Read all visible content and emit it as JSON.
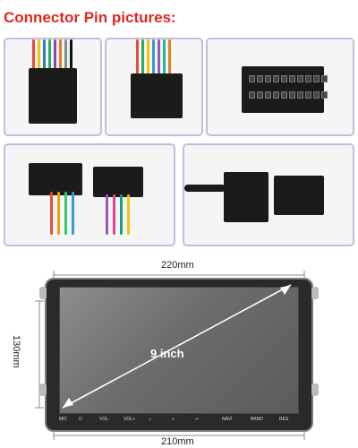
{
  "header": {
    "title": "Connector Pin pictures:"
  },
  "dimensions": {
    "top_width": "220mm",
    "bottom_width": "210mm",
    "height": "130mm",
    "diagonal": "9 inch"
  },
  "device_buttons": [
    "MIC",
    "⏻",
    "VOL-",
    "VOL+",
    "⌂",
    "⌕",
    "↩",
    "NAVI",
    "BAND",
    "RES"
  ],
  "colors": {
    "title": "#e3261e",
    "frame_border": "#c9b9dc",
    "arrow": "#ffffff"
  }
}
